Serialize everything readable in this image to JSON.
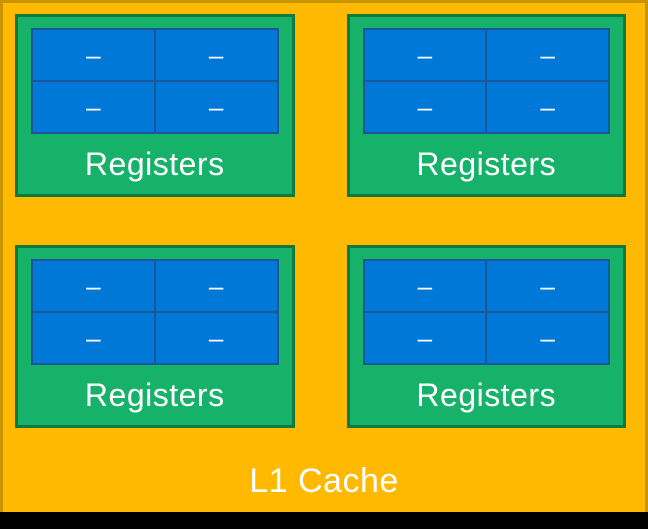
{
  "diagram": {
    "l1_cache_label": "L1 Cache",
    "cores": [
      {
        "label": "Registers",
        "cells": [
          "–",
          "–",
          "–",
          "–"
        ]
      },
      {
        "label": "Registers",
        "cells": [
          "–",
          "–",
          "–",
          "–"
        ]
      },
      {
        "label": "Registers",
        "cells": [
          "–",
          "–",
          "–",
          "–"
        ]
      },
      {
        "label": "Registers",
        "cells": [
          "–",
          "–",
          "–",
          "–"
        ]
      }
    ]
  },
  "colors": {
    "frame": "#000000",
    "cache_fill": "#FFB900",
    "cache_border": "#C89500",
    "core_fill": "#17B26A",
    "core_border": "#0E7B3D",
    "cell_fill": "#0078D7",
    "cell_border": "#1B5698",
    "text": "#FFFFFF"
  }
}
